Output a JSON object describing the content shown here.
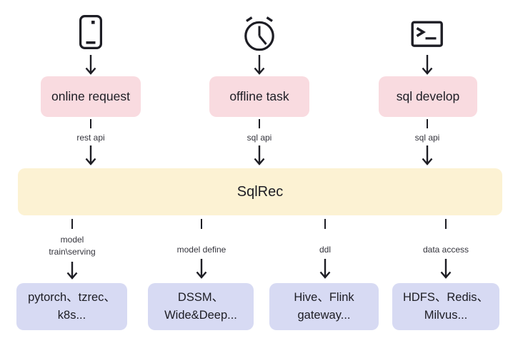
{
  "colors": {
    "pink": "#f9dbe0",
    "yellow": "#fcf2d3",
    "purple": "#d7daf3",
    "ink": "#1d1d24",
    "label": "#34343c"
  },
  "top_flows": [
    {
      "icon": "smartphone-icon",
      "box": "online request",
      "edge_label": "rest api"
    },
    {
      "icon": "alarm-clock-icon",
      "box": "offline task",
      "edge_label": "sql api"
    },
    {
      "icon": "terminal-icon",
      "box": "sql develop",
      "edge_label": "sql api"
    }
  ],
  "center": {
    "label": "SqlRec"
  },
  "bottom_flows": [
    {
      "edge_label_lines": [
        "model",
        "train\\serving"
      ],
      "box_lines": [
        "pytorch、tzrec、",
        "k8s..."
      ]
    },
    {
      "edge_label_lines": [
        "model define"
      ],
      "box_lines": [
        "DSSM、",
        "Wide&Deep..."
      ]
    },
    {
      "edge_label_lines": [
        "ddl"
      ],
      "box_lines": [
        "Hive、Flink",
        "gateway..."
      ]
    },
    {
      "edge_label_lines": [
        "data access"
      ],
      "box_lines": [
        "HDFS、Redis、",
        "Milvus..."
      ]
    }
  ]
}
